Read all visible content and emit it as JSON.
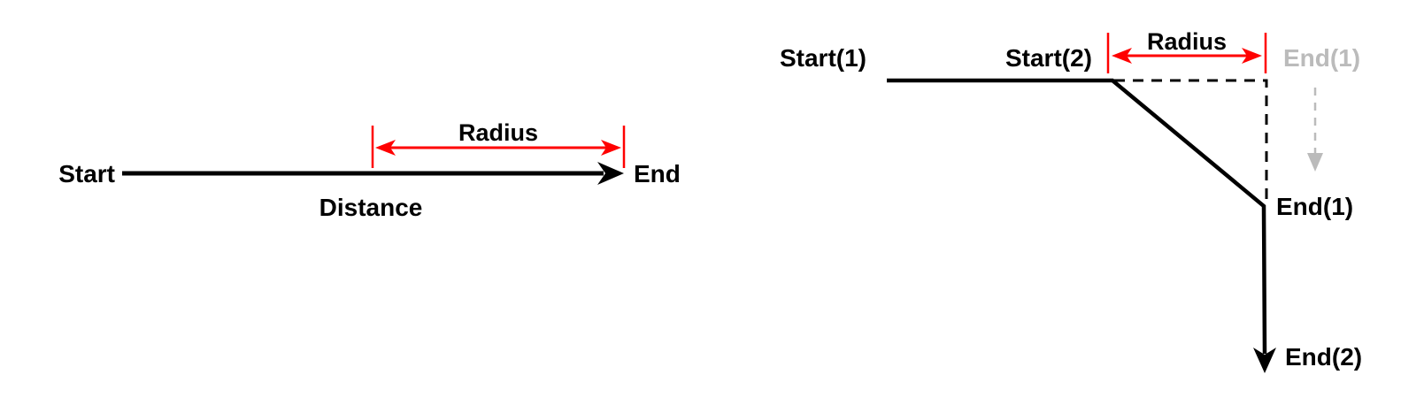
{
  "figure": {
    "background": "#FFFFFF",
    "colors": {
      "line": "#000000",
      "accent": "#FF0000",
      "ghost": "#BBBBBB"
    },
    "left_diagram": {
      "start_label": "Start",
      "end_label": "End",
      "radius_label": "Radius",
      "distance_label": "Distance"
    },
    "right_diagram": {
      "start1_label": "Start(1)",
      "start2_label": "Start(2)",
      "radius_label": "Radius",
      "end1_ghost_label": "End(1)",
      "end1_label": "End(1)",
      "end2_label": "End(2)"
    }
  }
}
